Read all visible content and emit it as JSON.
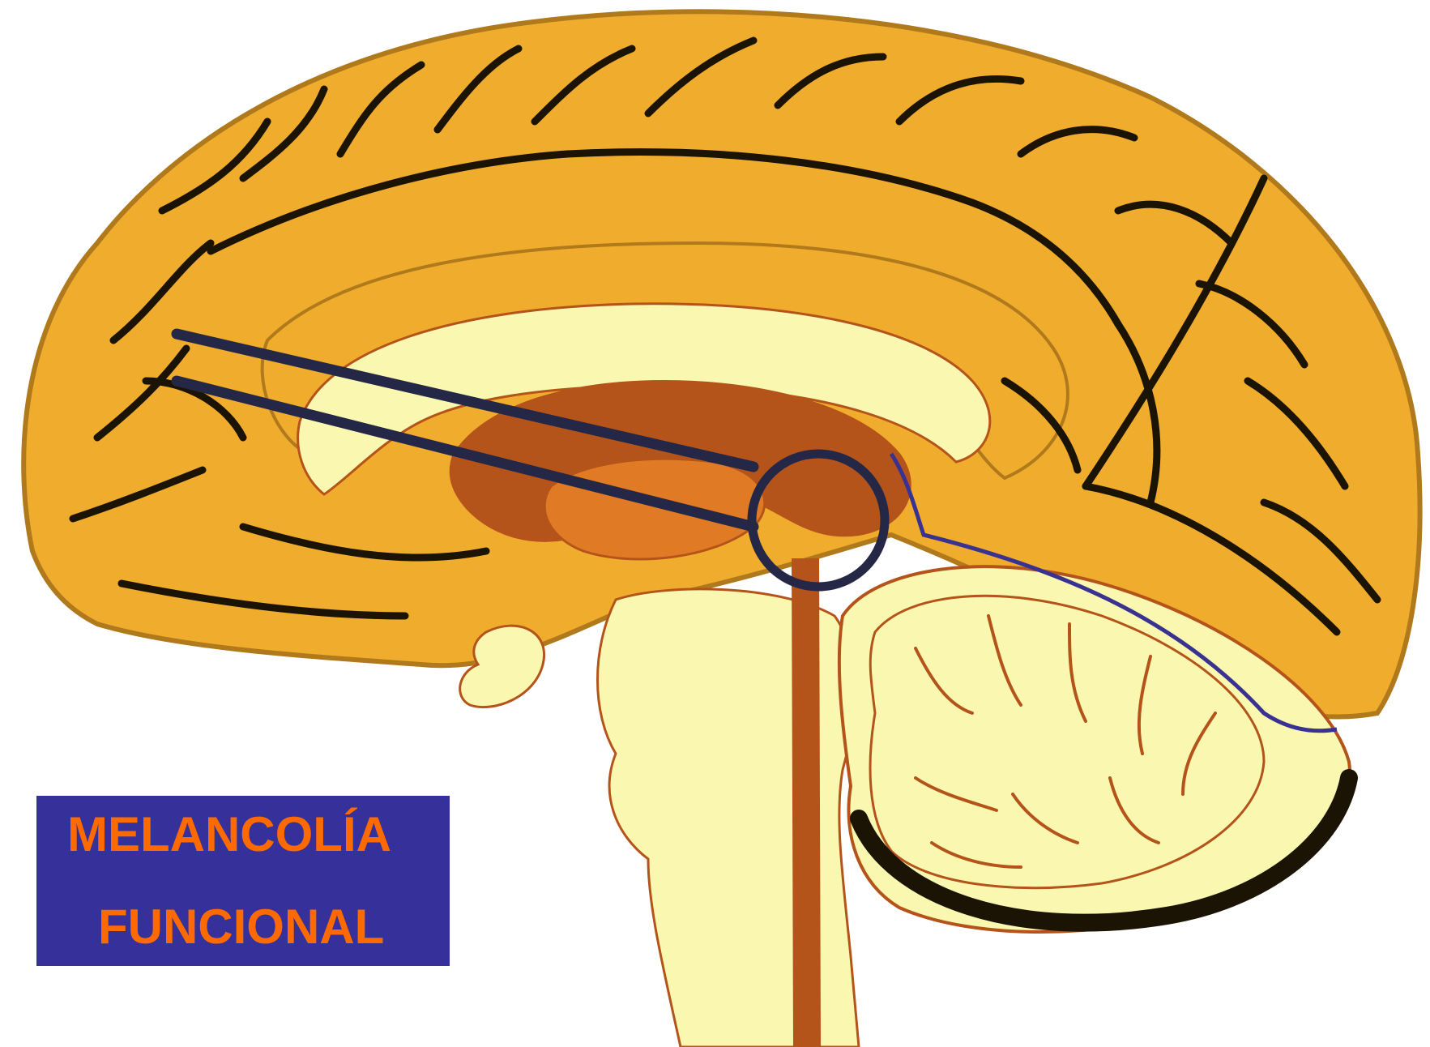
{
  "label": {
    "line1": "MELANCOLÍA",
    "line2": "FUNCIONAL"
  },
  "colors": {
    "background": "#ffffff",
    "cortex": "#f0ac2c",
    "cortex_edge": "#b07a1c",
    "sulci": "#1b1405",
    "white_matter": "#faf8b0",
    "deep_structures": "#b4541a",
    "deep_highlight": "#e07a24",
    "pointer": "#252747",
    "nerve": "#3a3290",
    "label_box": "#35309a",
    "label_text": "#ff6a00"
  },
  "icons": [
    "brain-sagittal-illustration",
    "pointer-lines",
    "focus-circle"
  ]
}
